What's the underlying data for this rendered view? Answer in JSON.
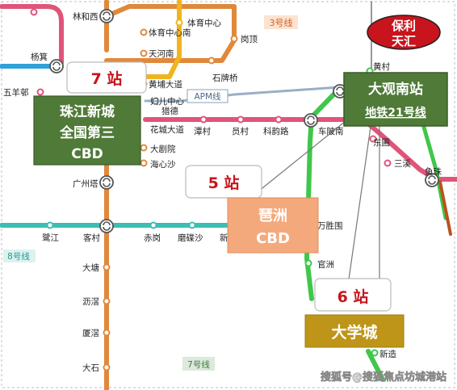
{
  "colors": {
    "orange_line": "#E0893A",
    "pink_line": "#E0547A",
    "yellow_line": "#F0B41E",
    "cyan_line": "#3CBEB4",
    "green_line": "#3FC74A",
    "blue_line": "#2FA0D8",
    "apm_line": "#9AAFC6",
    "brown_line": "#B8541E",
    "dark_green_box": "#4F7A38",
    "salmon_box": "#F4A97C",
    "gold_box": "#BE9518",
    "red_badge": "#C8141C",
    "thin_grey": "#777777"
  },
  "badges": {
    "poly": {
      "line1": "保利",
      "line2": "天汇"
    }
  },
  "line_labels": {
    "line3": "3号线",
    "apm": "APM线",
    "line8": "8号线",
    "line7": "7号线"
  },
  "callouts": {
    "zhujiang": {
      "stops": "7 站",
      "line1": "珠江新城",
      "line2": "全国第三",
      "line3": "CBD"
    },
    "pazhou": {
      "stops": "5 站",
      "line1": "琶洲",
      "line2": "CBD"
    },
    "daxuecheng": {
      "stops": "6 站",
      "name": "大学城"
    },
    "daguannan": {
      "line1": "大观南站",
      "line2": "地铁21号线"
    }
  },
  "stations": {
    "top_partial": "",
    "linhexi": "林和西",
    "tiyuzhongxin": "体育中心",
    "tiyuzhongxinnan": "体育中心南",
    "gangding": "岗顶",
    "tianhenan": "天河南",
    "yangji": "杨箕",
    "shipaiqiao": "石牌桥",
    "huangpudadao": "黄埔大道",
    "wuyangcun": "五羊邨",
    "fuershizhongxin": "妇儿中心",
    "liede": "猎德",
    "huangcun": "黄村",
    "huachengdadao": "花城大道",
    "tancun": "潭村",
    "yuncun": "员村",
    "keyunlu": "科韵路",
    "cheponan": "车陂南",
    "dongpu": "东圃",
    "sanxi": "三溪",
    "yuzhu": "鱼珠",
    "dajuyuan": "大剧院",
    "haixinsha": "海心沙",
    "guangzhouta": "广州塔",
    "lujiang": "鹭江",
    "kecun": "客村",
    "chigang": "赤岗",
    "modiesha": "磨碟沙",
    "xin_partial": "新",
    "wanshengwei": "万胜围",
    "guanzhou": "官洲",
    "datang": "大塘",
    "lijiao": "沥滘",
    "xiajiao": "厦滘",
    "dashi": "大石",
    "xinzao": "新造"
  },
  "watermark": "搜狐号@搜狐焦点坊城港站"
}
